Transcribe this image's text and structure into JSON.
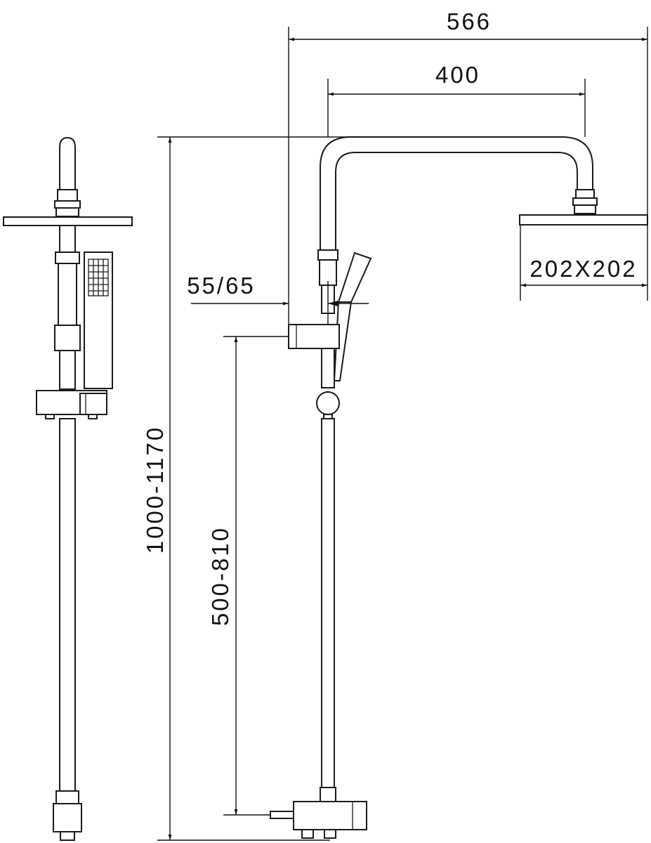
{
  "dimensions": {
    "overall_width": "566",
    "head_reach": "400",
    "wall_offset": "55/65",
    "head_size": "202X202",
    "total_height": "1000-1170",
    "bracket_height": "500-810"
  }
}
